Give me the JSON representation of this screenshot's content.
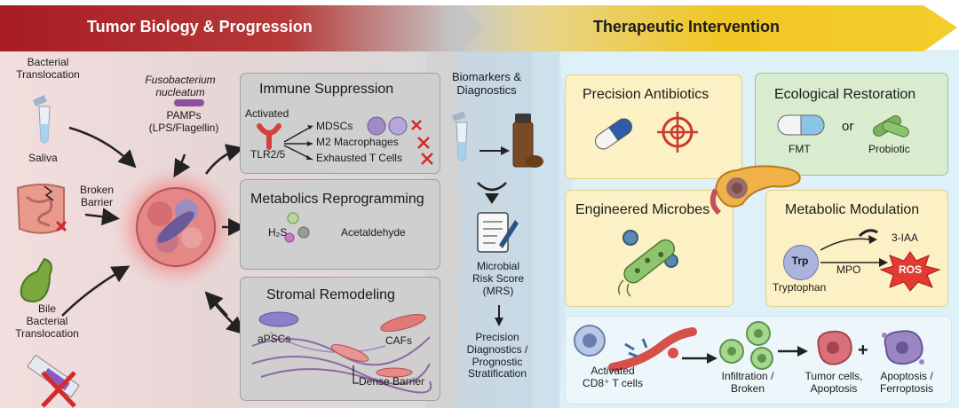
{
  "header": {
    "left_title": "Tumor Biology & Progression",
    "right_title": "Therapeutic Intervention"
  },
  "left": {
    "bacterial_translocation_top": "Bacterial\nTranslocation",
    "saliva": "Saliva",
    "broken_barrier": "Broken\nBarrier",
    "bile_translocation": "Bile\nBacterial\nTranslocation",
    "fuso": "Fusobacterium\nnucleatum",
    "pamps": "PAMPs\n(LPS/Flagellin)"
  },
  "immune": {
    "title": "Immune Suppression",
    "activated": "Activated",
    "receptor": "TLR2/5",
    "items": [
      "MDSCs",
      "M2 Macrophages",
      "Exhausted T Cells"
    ]
  },
  "metabolics": {
    "title": "Metabolics Reprogramming",
    "h2s": "H₂S",
    "acetaldehyde": "Acetaldehyde"
  },
  "stromal": {
    "title": "Stromal Remodeling",
    "apscs": "aPSCs",
    "cafs": "CAFs",
    "barrier": "Dense Barrier"
  },
  "middle": {
    "biomarkers": "Biomarkers &\nDiagnostics",
    "mrs": "Microbial\nRisk Score\n(MRS)",
    "precision": "Precision\nDiagnostics /\nPrognostic\nStratification"
  },
  "therapy": {
    "antibiotics": "Precision Antibiotics",
    "ecological": "Ecological Restoration",
    "fmt": "FMT",
    "or": "or",
    "probiotic": "Probiotic",
    "engineered": "Engineered Microbes",
    "metabolic": "Metabolic Modulation",
    "trp": "Trp",
    "tryptophan": "Tryptophan",
    "iaa": "3-IAA",
    "mpo": "MPO",
    "ros": "ROS",
    "activated_cd8": "Activated\nCD8⁺ T cells",
    "infiltration": "Infiltration /\nBroken",
    "tumor_apoptosis": "Tumor cells,\nApoptosis",
    "plus": "+",
    "ferroptosis": "Apoptosis /\nFerroptosis"
  },
  "colors": {
    "header_left": "#b0202a",
    "header_right": "#f1c21b",
    "left_bg": "#f1dcdc",
    "gray_panel": "#c9c9c9",
    "right_bg": "#dff0f7",
    "yellow_box": "#fcf1c4",
    "green_box": "#d9eccf"
  }
}
